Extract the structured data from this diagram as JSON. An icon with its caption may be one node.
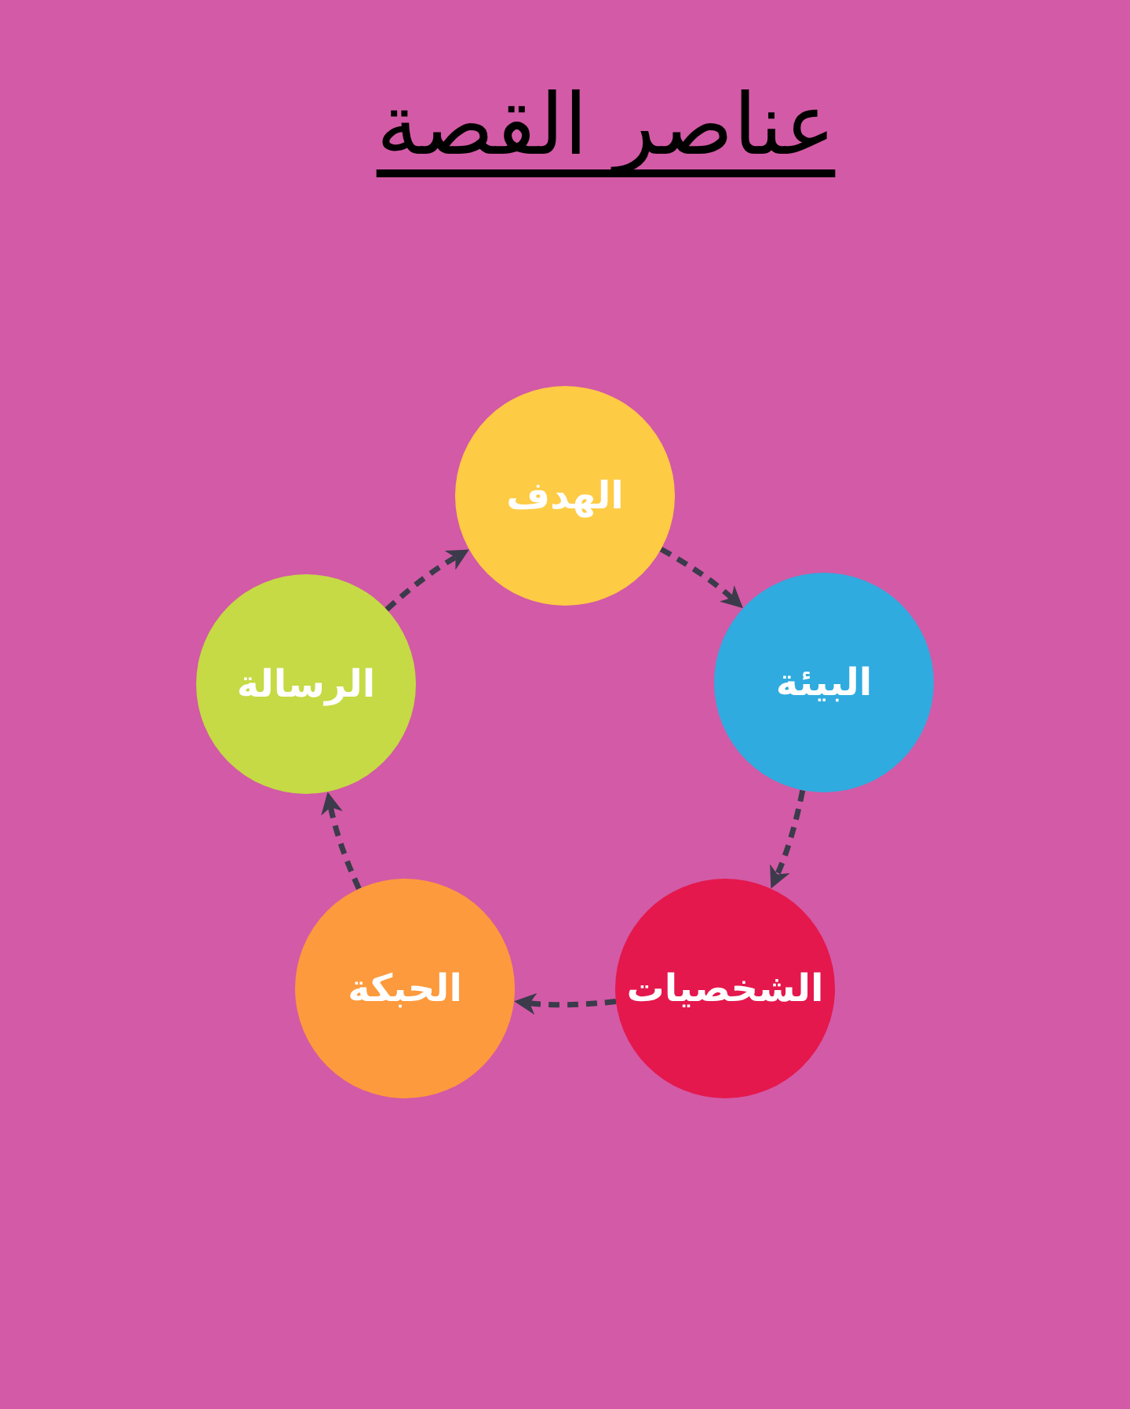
{
  "diagram": {
    "title": "عناصر القصة",
    "nodes": [
      {
        "text": [
          "الهدف"
        ]
      },
      {
        "text": [
          "البيئة"
        ]
      },
      {
        "text": [
          "الشخصيات"
        ]
      },
      {
        "text": [
          "الحبكة"
        ]
      },
      {
        "text": [
          "الرسالة"
        ]
      }
    ],
    "edges": [
      {
        "from": 0,
        "to": 1,
        "arrow": "to",
        "style": "dashed"
      },
      {
        "from": 1,
        "to": 2,
        "arrow": "to",
        "style": "dashed"
      },
      {
        "from": 2,
        "to": 3,
        "arrow": "to",
        "style": "dashed"
      },
      {
        "from": 3,
        "to": 4,
        "arrow": "to",
        "style": "dashed"
      },
      {
        "from": 4,
        "to": 0,
        "arrow": "to",
        "style": "dashed"
      }
    ]
  }
}
